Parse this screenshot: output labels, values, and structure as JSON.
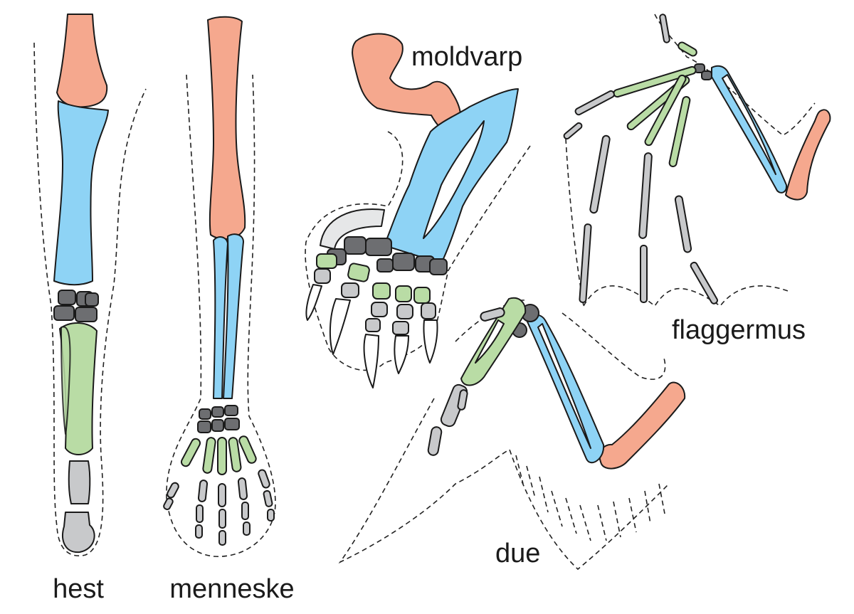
{
  "colors": {
    "upper_arm": "#f5a88e",
    "forearm": "#8ed3f5",
    "wrist": "#6d6e71",
    "metacarpal": "#b9dca5",
    "phalanx": "#c8c9cb",
    "claw": "#ffffff"
  },
  "labels": {
    "horse": "hest",
    "human": "menneske",
    "mole": "moldvarp",
    "bat": "flaggermus",
    "dove": "due"
  }
}
